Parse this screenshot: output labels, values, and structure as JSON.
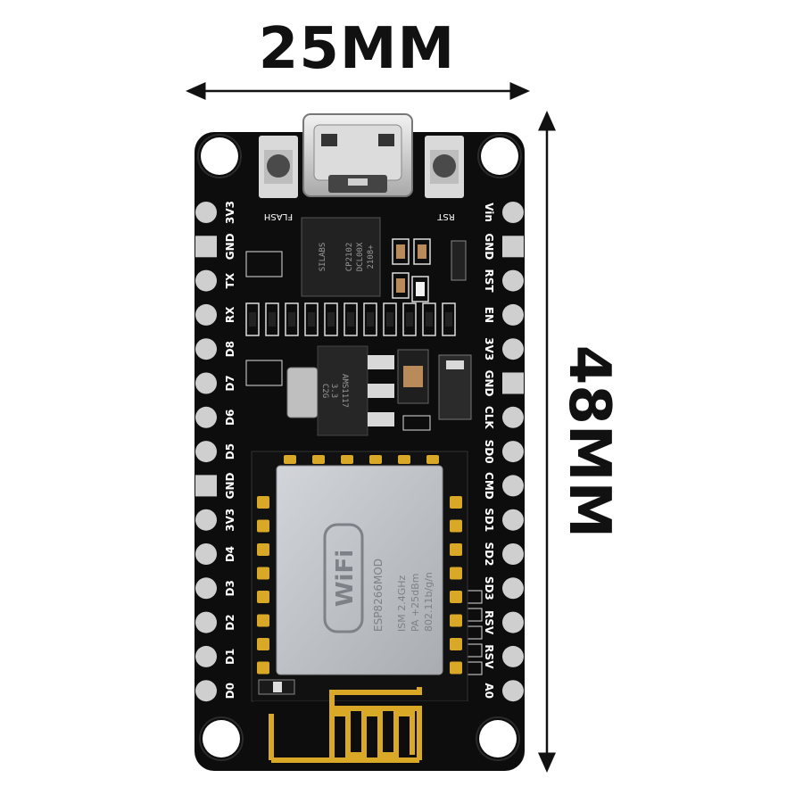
{
  "width_label": "25MM",
  "height_label": "48MM",
  "board": {
    "left_pins": [
      "3V3",
      "GND",
      "TX",
      "RX",
      "D8",
      "D7",
      "D6",
      "D5",
      "GND",
      "3V3",
      "D4",
      "D3",
      "D2",
      "D1",
      "D0"
    ],
    "right_pins": [
      "Vin",
      "GND",
      "RST",
      "EN",
      "3V3",
      "GND",
      "CLK",
      "SD0",
      "CMD",
      "SD1",
      "SD2",
      "SD3",
      "RSV",
      "RSV",
      "A0"
    ],
    "flash_button_label": "FLASH",
    "reset_button_label": "RST",
    "usb_chip_lines": [
      "SILABS",
      "CP2102",
      "DCL00X",
      "2108+"
    ],
    "regulator_lines": [
      "AMS1117",
      "3.3",
      "C2G"
    ],
    "module": {
      "wifi_logo": "WiFi",
      "model": "ESP8266MOD",
      "specs": [
        "ISM  2.4GHz",
        "PA  +25dBm",
        "802.11b/g/n"
      ]
    }
  },
  "colors": {
    "pcb": "#0d0d0d",
    "pin": "#cfcfcf",
    "gold": "#d9a826",
    "shield": "#bfc3c8",
    "arrow": "#111111"
  }
}
